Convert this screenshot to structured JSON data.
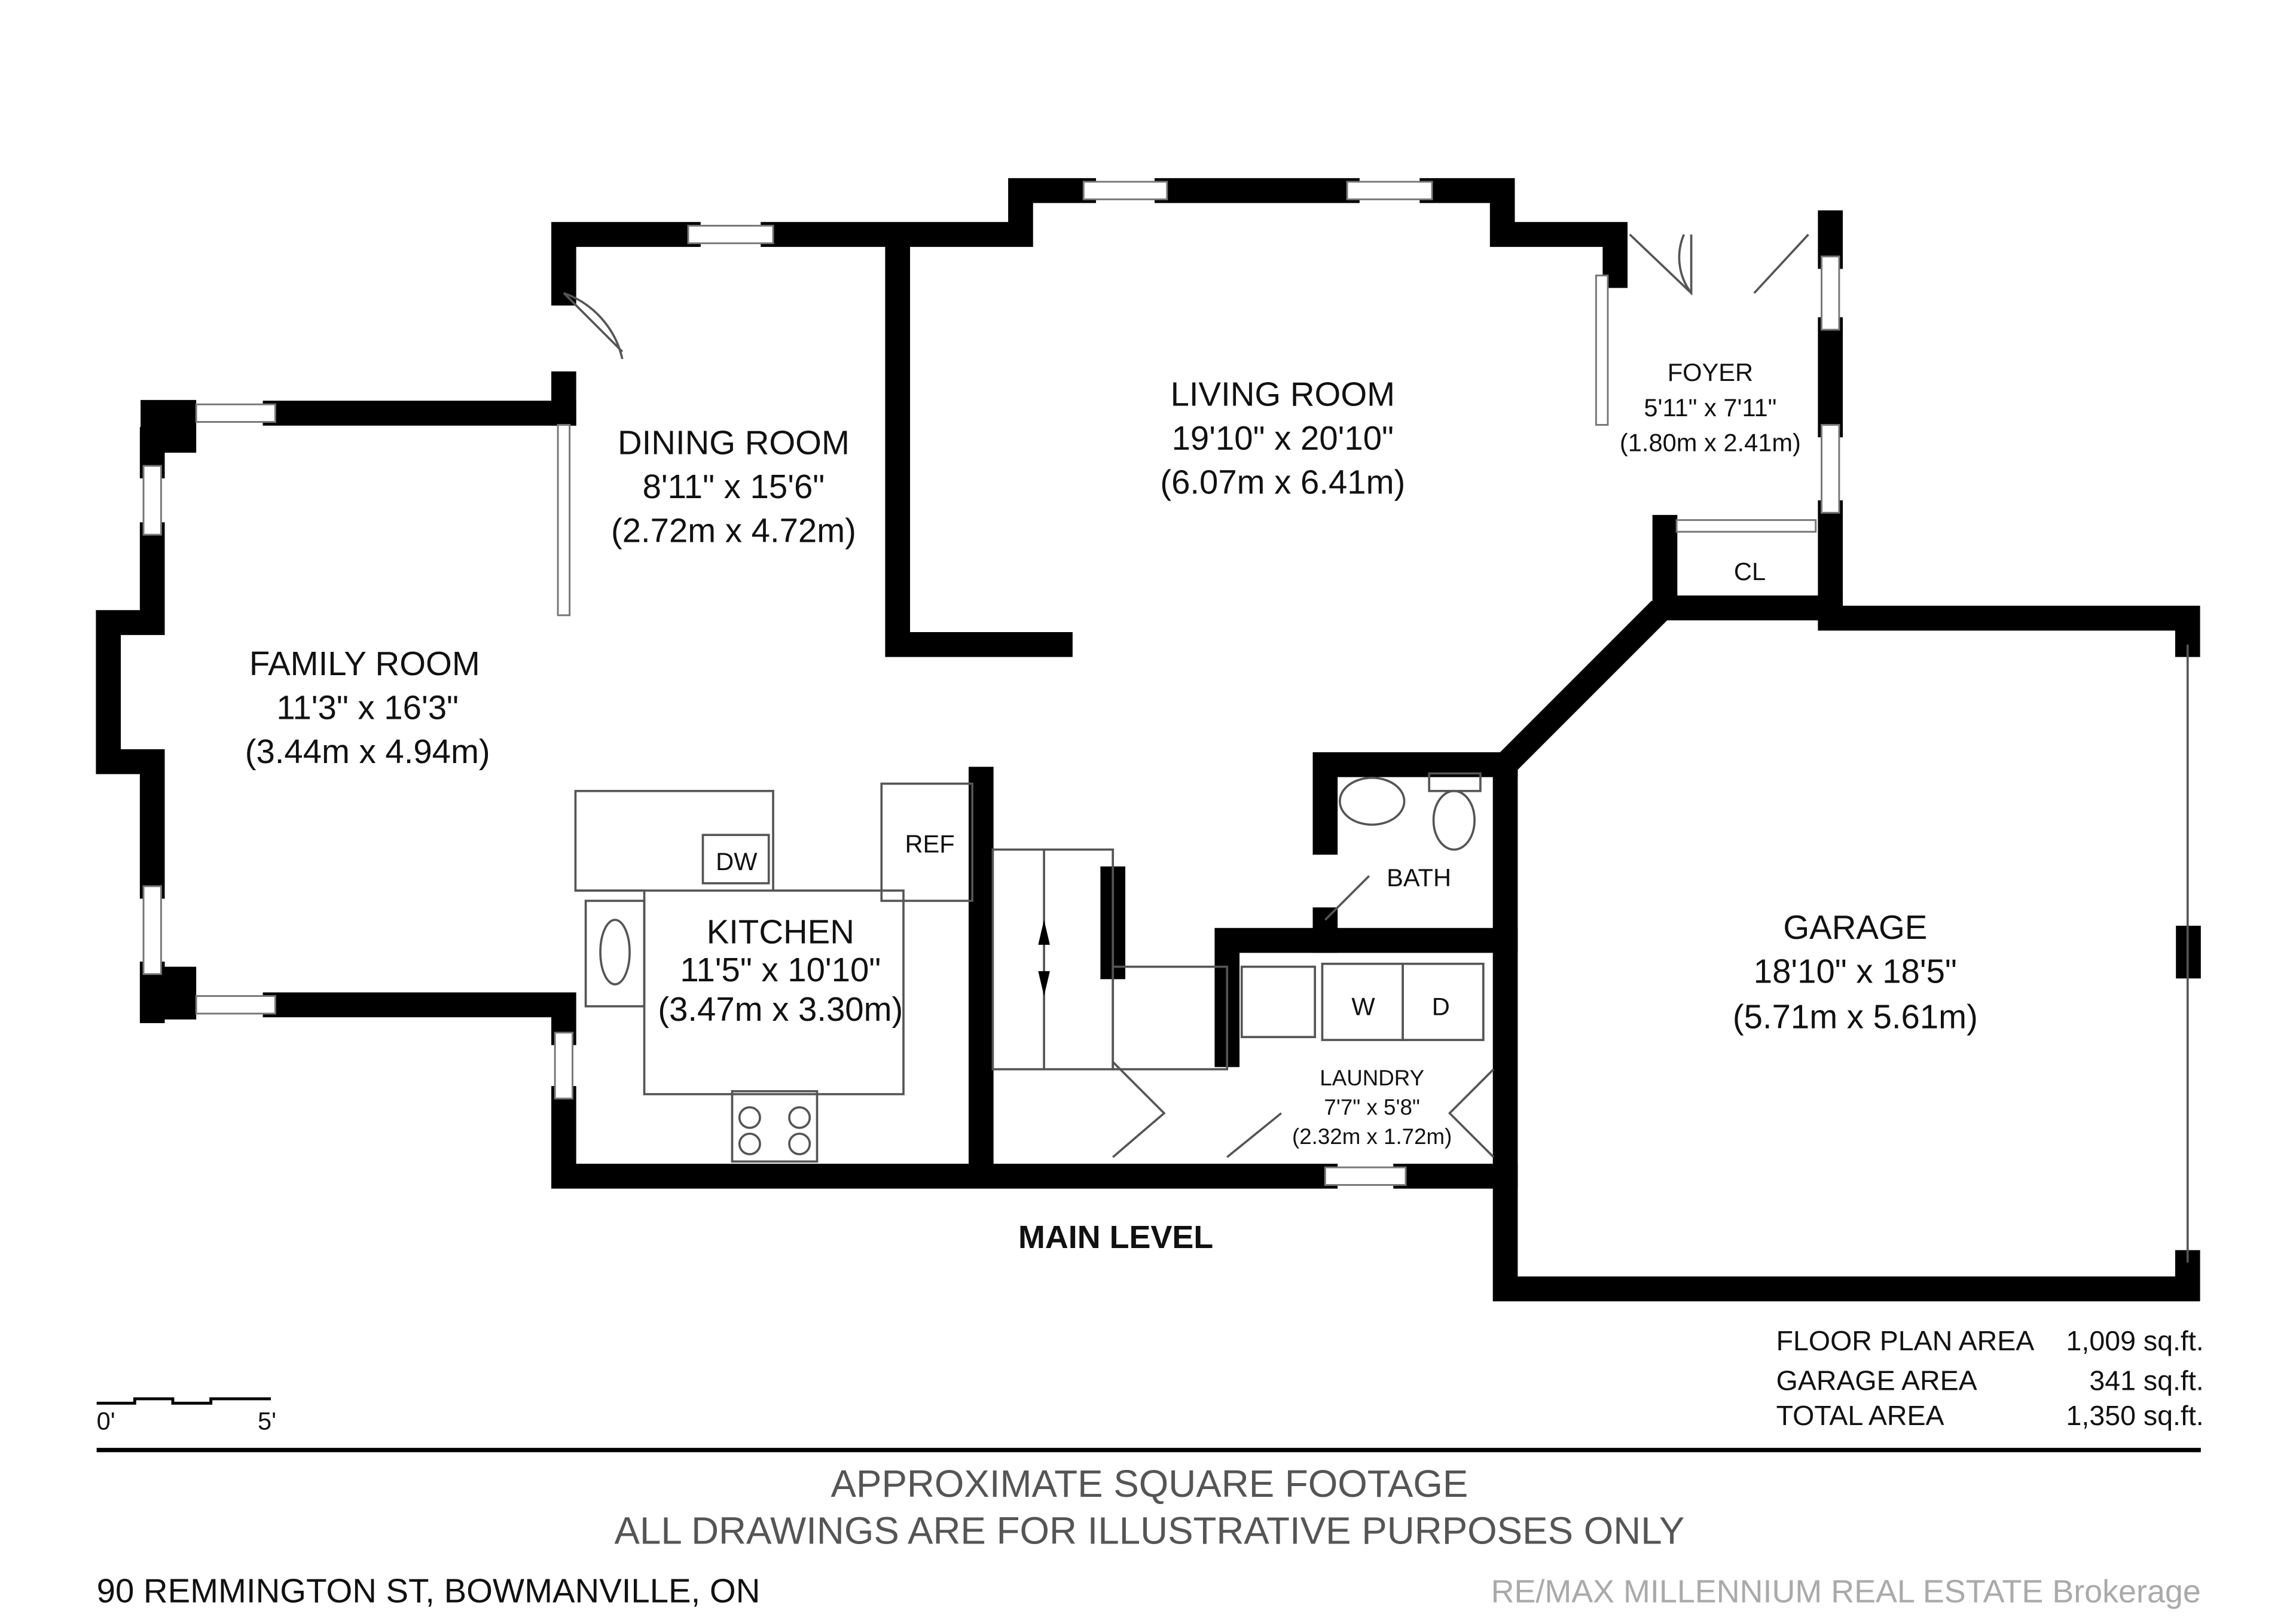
{
  "title": "MAIN LEVEL",
  "rooms": {
    "family": {
      "name": "FAMILY ROOM",
      "imperial": "11'3\" x 16'3\"",
      "metric": "(3.44m x 4.94m)"
    },
    "dining": {
      "name": "DINING ROOM",
      "imperial": "8'11\" x 15'6\"",
      "metric": "(2.72m x 4.72m)"
    },
    "living": {
      "name": "LIVING ROOM",
      "imperial": "19'10\" x 20'10\"",
      "metric": "(6.07m x 6.41m)"
    },
    "foyer": {
      "name": "FOYER",
      "imperial": "5'11\" x 7'11\"",
      "metric": "(1.80m x 2.41m)"
    },
    "kitchen": {
      "name": "KITCHEN",
      "imperial": "11'5\" x 10'10\"",
      "metric": "(3.47m x 3.30m)"
    },
    "garage": {
      "name": "GARAGE",
      "imperial": "18'10\" x 18'5\"",
      "metric": "(5.71m x 5.61m)"
    },
    "laundry": {
      "name": "LAUNDRY",
      "imperial": "7'7\" x 5'8\"",
      "metric": "(2.32m x 1.72m)"
    },
    "bath": {
      "name": "BATH"
    },
    "closet": {
      "name": "CL"
    }
  },
  "fixtures": {
    "dw": "DW",
    "ref": "REF",
    "washer": "W",
    "dryer": "D"
  },
  "scale": {
    "start": "0'",
    "end": "5'"
  },
  "areas": [
    {
      "label": "FLOOR PLAN AREA",
      "value": "1,009 sq.ft."
    },
    {
      "label": "GARAGE AREA",
      "value": "341 sq.ft."
    },
    {
      "label": "TOTAL AREA",
      "value": "1,350 sq.ft."
    }
  ],
  "disclaimer": [
    "APPROXIMATE SQUARE FOOTAGE",
    "ALL DRAWINGS ARE FOR ILLUSTRATIVE PURPOSES ONLY"
  ],
  "watermark": "RE/MAX MILLENNIUM REAL ESTATE Brokerage",
  "address": "90 REMMINGTON ST, BOWMANVILLE, ON"
}
